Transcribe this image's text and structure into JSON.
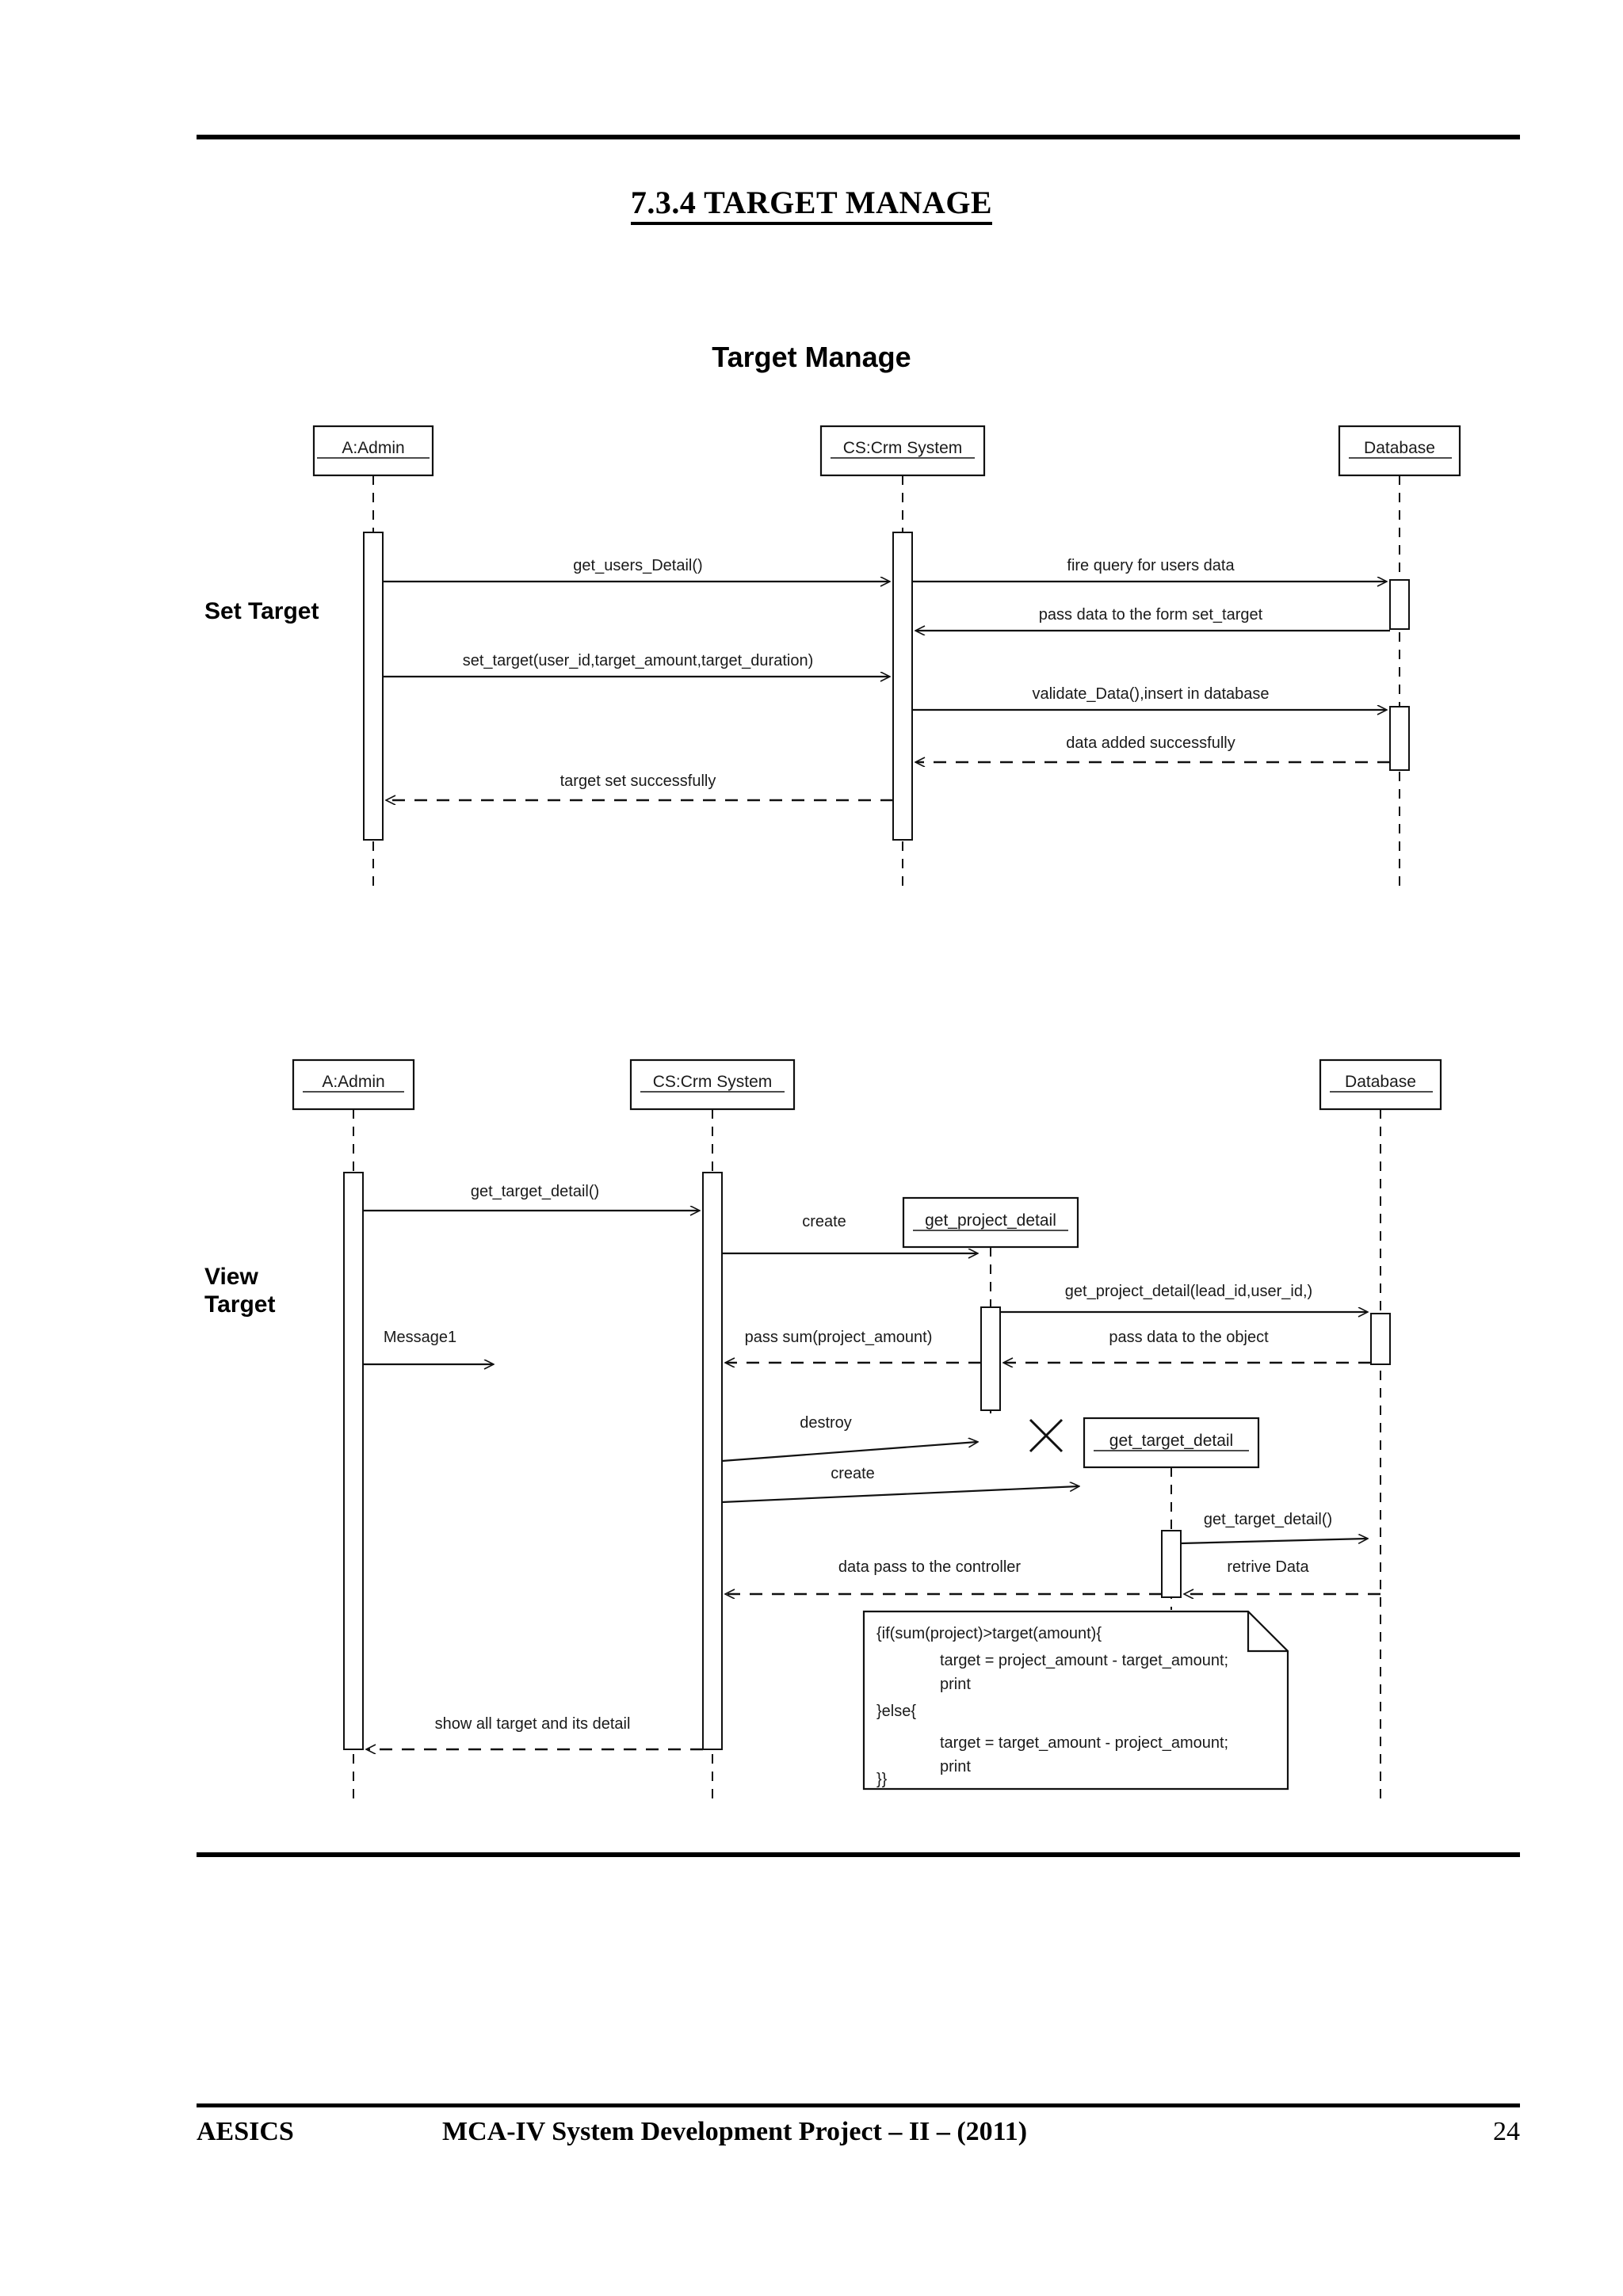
{
  "document": {
    "section_title": "7.3.4 TARGET MANAGE",
    "footer": {
      "org": "AESICS",
      "center": "MCA-IV System Development Project – II – (2011)",
      "page_number": "24"
    }
  },
  "diagram_title": "Target Manage",
  "diagram1": {
    "scenario_label_line1": "Set Target",
    "lifelines": [
      {
        "name": "A:Admin"
      },
      {
        "name": "CS:Crm System"
      },
      {
        "name": "Database"
      }
    ],
    "messages": [
      {
        "id": "m1",
        "text": "get_users_Detail()",
        "from": "A:Admin",
        "to": "CS:Crm System",
        "style": "solid"
      },
      {
        "id": "m2",
        "text": "fire query for users data",
        "from": "CS:Crm System",
        "to": "Database",
        "style": "solid"
      },
      {
        "id": "m3",
        "text": "pass data to the form set_target",
        "from": "Database",
        "to": "CS:Crm System",
        "style": "solid"
      },
      {
        "id": "m4",
        "text": "set_target(user_id,target_amount,target_duration)",
        "from": "A:Admin",
        "to": "CS:Crm System",
        "style": "solid"
      },
      {
        "id": "m5",
        "text": "validate_Data(),insert in database",
        "from": "CS:Crm System",
        "to": "Database",
        "style": "solid"
      },
      {
        "id": "m6",
        "text": "data added successfully",
        "from": "Database",
        "to": "CS:Crm System",
        "style": "dashed"
      },
      {
        "id": "m7",
        "text": "target set successfully",
        "from": "CS:Crm System",
        "to": "A:Admin",
        "style": "dashed"
      }
    ]
  },
  "diagram2": {
    "scenario_label_line1": "View",
    "scenario_label_line2": "Target",
    "lifelines": [
      {
        "name": "A:Admin"
      },
      {
        "name": "CS:Crm System"
      },
      {
        "name": "Database"
      }
    ],
    "objects": [
      {
        "name": "get_project_detail"
      },
      {
        "name": "get_target_detail"
      }
    ],
    "messages": [
      {
        "id": "n1",
        "text": "get_target_detail()",
        "from": "A:Admin",
        "to": "CS:Crm System",
        "style": "solid"
      },
      {
        "id": "n2",
        "text": "create",
        "from": "CS:Crm System",
        "to": "get_project_detail",
        "style": "solid"
      },
      {
        "id": "n3",
        "text": "get_project_detail(lead_id,user_id,)",
        "from": "get_project_detail",
        "to": "Database",
        "style": "solid"
      },
      {
        "id": "n4",
        "text": "pass data to the object",
        "from": "Database",
        "to": "get_project_detail",
        "style": "dashed"
      },
      {
        "id": "n5",
        "text": "pass sum(project_amount)",
        "from": "get_project_detail",
        "to": "CS:Crm System",
        "style": "dashed"
      },
      {
        "id": "n6",
        "text": "Message1",
        "from": "A:Admin",
        "to": "",
        "style": "solid"
      },
      {
        "id": "n7",
        "text": "destroy",
        "from": "CS:Crm System",
        "to": "get_project_detail",
        "style": "solid"
      },
      {
        "id": "n8",
        "text": "create",
        "from": "CS:Crm System",
        "to": "get_target_detail",
        "style": "solid"
      },
      {
        "id": "n9",
        "text": "get_target_detail()",
        "from": "get_target_detail",
        "to": "Database",
        "style": "solid"
      },
      {
        "id": "n10",
        "text": "retrive Data",
        "from": "Database",
        "to": "get_target_detail",
        "style": "dashed"
      },
      {
        "id": "n11",
        "text": "data pass to the controller",
        "from": "get_target_detail",
        "to": "CS:Crm System",
        "style": "dashed"
      },
      {
        "id": "n12",
        "text": "show all target and its detail",
        "from": "CS:Crm System",
        "to": "A:Admin",
        "style": "dashed"
      }
    ],
    "note": {
      "lines": [
        "{if(sum(project)>target(amount){",
        "target = project_amount - target_amount;",
        "print",
        "}else{",
        "target = target_amount - project_amount;",
        "print",
        "}}"
      ]
    },
    "destruction_marker": "X"
  }
}
